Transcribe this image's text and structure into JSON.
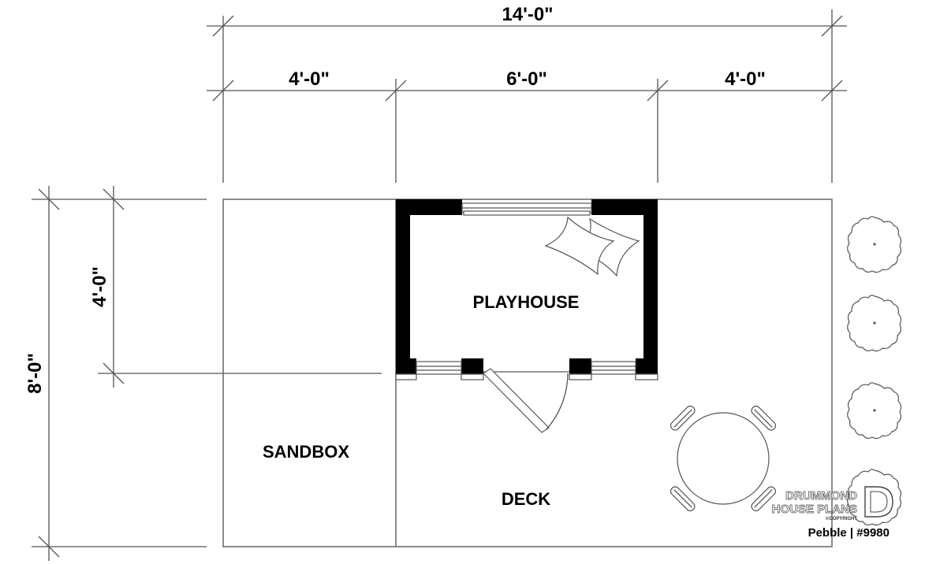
{
  "dimensions": {
    "overall_width": "14'-0\"",
    "left_width": "4'-0\"",
    "middle_width": "6'-0\"",
    "right_width": "4'-0\"",
    "overall_depth": "8'-0\"",
    "playhouse_depth": "4'-0\""
  },
  "rooms": {
    "playhouse": "PLAYHOUSE",
    "sandbox": "SANDBOX",
    "deck": "DECK"
  },
  "brand": {
    "line1": "DRUMMOND",
    "line2": "HOUSE PLANS",
    "copyright": "©COPYRIGHT",
    "logo_icon": "drummond-d-logo-icon"
  },
  "plan_reference": "Pebble | #9980"
}
